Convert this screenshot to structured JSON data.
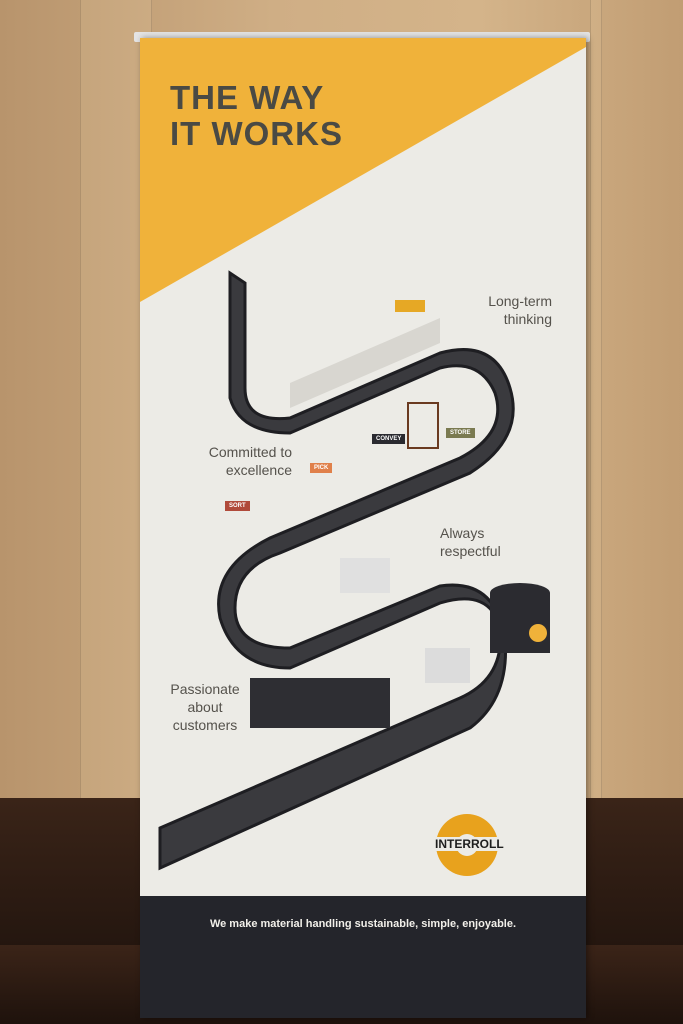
{
  "banner": {
    "title_line1": "THE WAY",
    "title_line2": "IT WORKS",
    "captions": [
      "Long-term thinking",
      "Committed to excellence",
      "Always respectful",
      "Passionate about customers"
    ],
    "signs": [
      "SORT",
      "PICK",
      "CONVEY",
      "STORE"
    ],
    "logo": "INTERROLL",
    "tagline": "We make material handling sustainable, simple, enjoyable."
  },
  "colors": {
    "accent": "#f0b23a",
    "dark": "#24252b",
    "wall": "#c8a57c"
  }
}
